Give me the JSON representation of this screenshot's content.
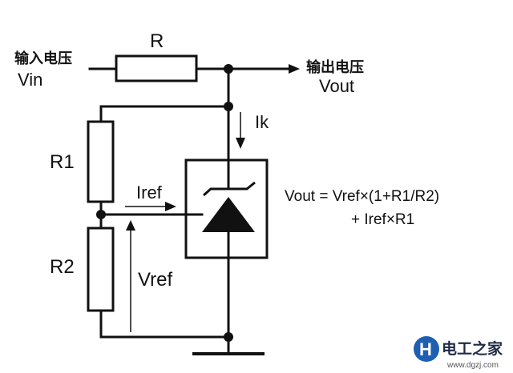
{
  "diagram": {
    "resistor_r": "R",
    "input_label_cn": "输入电压",
    "input_label_en": "Vin",
    "output_label_cn": "输出电压",
    "output_label_en": "Vout",
    "current_ik": "Ik",
    "resistor_r1": "R1",
    "resistor_r2": "R2",
    "current_iref": "Iref",
    "voltage_vref": "Vref",
    "formula_line1": "Vout = Vref×(1+R1/R2)",
    "formula_line2": "+ Iref×R1"
  },
  "watermark": {
    "brand": "电工之家",
    "url": "www.dgzj.com",
    "logo_letter": "H"
  },
  "colors": {
    "ink": "#111111",
    "background": "#ffffff",
    "logo_blue": "#1e5fb4"
  }
}
